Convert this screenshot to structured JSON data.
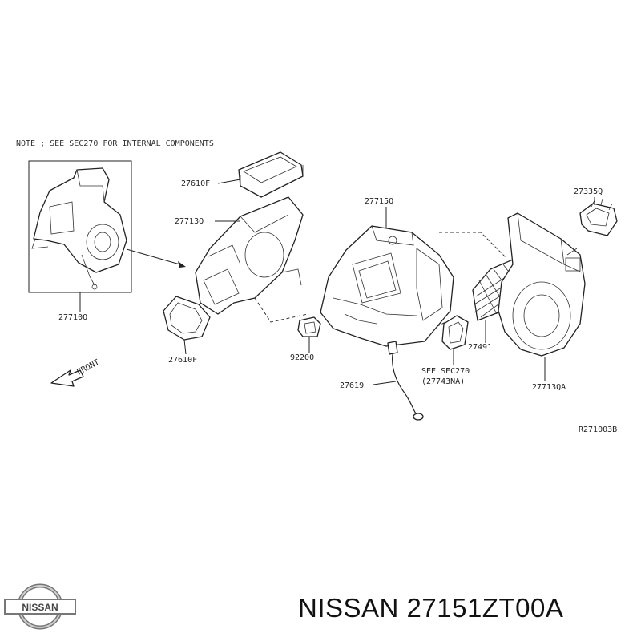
{
  "diagram": {
    "note_text": "NOTE ; SEE SEC270   FOR INTERNAL COMPONENTS",
    "front_label": "FRONT",
    "ref_code": "R271003B",
    "see_ref": {
      "line1": "SEE SEC270",
      "line2": "(27743NA)"
    },
    "parts": [
      {
        "id": "27710Q",
        "label": "27710Q"
      },
      {
        "id": "27610F-top",
        "label": "27610F"
      },
      {
        "id": "27713Q",
        "label": "27713Q"
      },
      {
        "id": "27610F-bottom",
        "label": "27610F"
      },
      {
        "id": "27715Q",
        "label": "27715Q"
      },
      {
        "id": "92200",
        "label": "92200"
      },
      {
        "id": "27619",
        "label": "27619"
      },
      {
        "id": "27491",
        "label": "27491"
      },
      {
        "id": "27335Q",
        "label": "27335Q"
      },
      {
        "id": "27713QA",
        "label": "27713QA"
      }
    ]
  },
  "footer": {
    "brand_logo_text": "NISSAN",
    "part_caption": "NISSAN 27151ZT00A"
  },
  "colors": {
    "line": "#222222",
    "background": "#ffffff"
  }
}
